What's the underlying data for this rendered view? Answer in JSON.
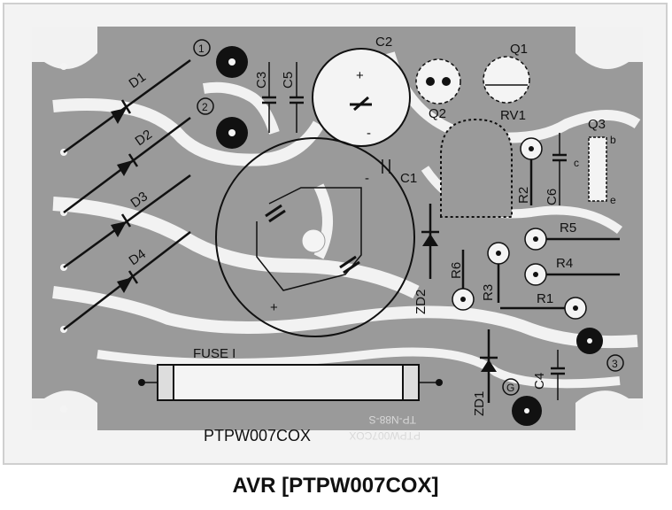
{
  "title": "AVR [PTPW007COX]",
  "board_marking": "PTPW007COX",
  "mirror_text_1": "TP-N88-S",
  "mirror_text_2": "PTPW007COX",
  "components": {
    "d1": "D1",
    "d2": "D2",
    "d3": "D3",
    "d4": "D4",
    "c1": "C1",
    "c2": "C2",
    "c3": "C3",
    "c4": "C4",
    "c5": "C5",
    "c6": "C6",
    "q1": "Q1",
    "q2": "Q2",
    "q3": "Q3",
    "rv1": "RV1",
    "r1": "R1",
    "r2": "R2",
    "r3": "R3",
    "r4": "R4",
    "r5": "R5",
    "r6": "R6",
    "zd1": "ZD1",
    "zd2": "ZD2",
    "fuse": "FUSE I"
  },
  "terminals": {
    "t1": "1",
    "t2": "2",
    "t3": "3",
    "tg": "G"
  },
  "polarity": {
    "plus": "+",
    "minus": "-"
  },
  "q3_pins": {
    "b": "b",
    "c": "c",
    "e": "e"
  }
}
